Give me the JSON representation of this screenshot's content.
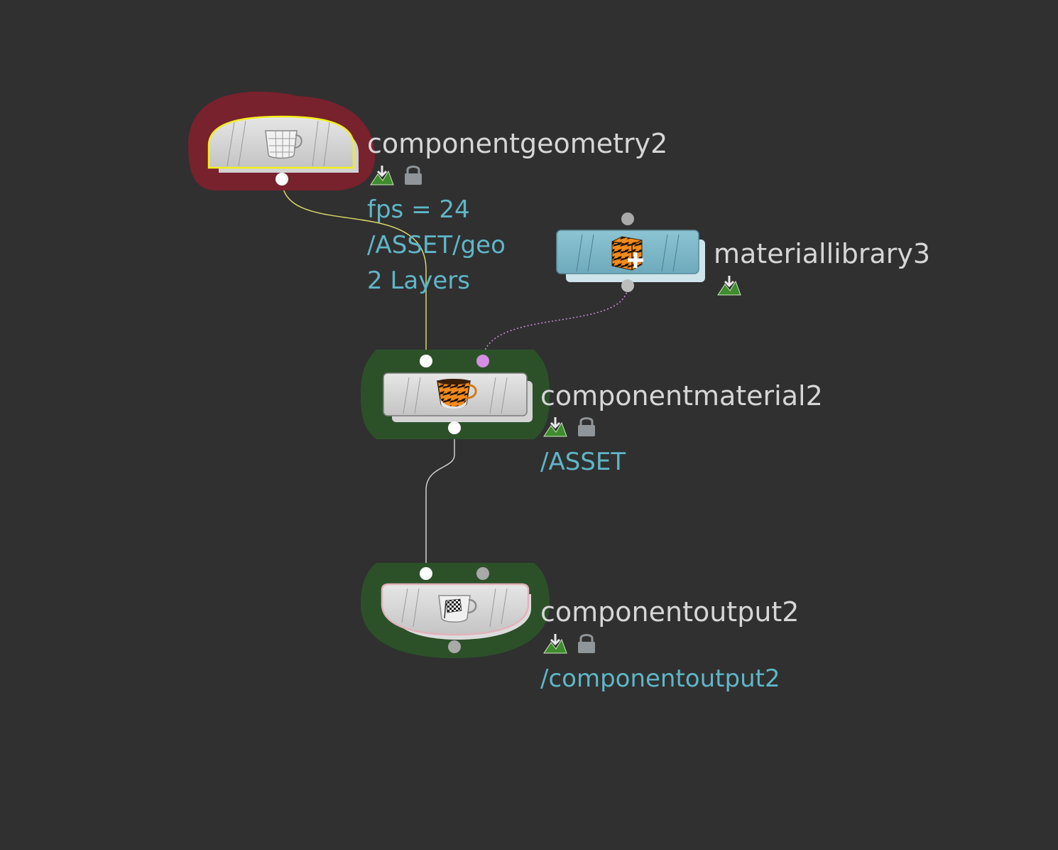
{
  "app": "node-network-editor",
  "nodes": {
    "componentgeometry": {
      "name": "componentgeometry2",
      "info": [
        "fps = 24",
        "/ASSET/geo",
        "2 Layers"
      ],
      "icon": "cup-wireframe-icon",
      "highlight_color": "#77222d",
      "selected": true,
      "flags": [
        "display-flag-icon",
        "lock-icon"
      ]
    },
    "materiallibrary": {
      "name": "materiallibrary3",
      "info": [],
      "icon": "tiger-cube-plus-icon",
      "body_color": "#7fb8c9",
      "flags": [
        "display-flag-icon"
      ]
    },
    "componentmaterial": {
      "name": "componentmaterial2",
      "info": [
        "/ASSET"
      ],
      "icon": "tiger-cup-icon",
      "highlight_color": "#2c5129",
      "flags": [
        "display-flag-icon",
        "lock-icon"
      ]
    },
    "componentoutput": {
      "name": "componentoutput2",
      "info": [
        "/componentoutput2"
      ],
      "icon": "checkered-cup-icon",
      "highlight_color": "#2c5129",
      "flags": [
        "display-flag-icon",
        "lock-icon"
      ]
    }
  },
  "connections": [
    {
      "from": "componentgeometry2",
      "to": "componentmaterial2",
      "color": "#d8d56a",
      "style": "solid"
    },
    {
      "from": "materiallibrary3",
      "to": "componentmaterial2",
      "color": "#c98fd6",
      "style": "dotted"
    },
    {
      "from": "componentmaterial2",
      "to": "componentoutput2",
      "color": "#cfcfcf",
      "style": "solid"
    }
  ]
}
